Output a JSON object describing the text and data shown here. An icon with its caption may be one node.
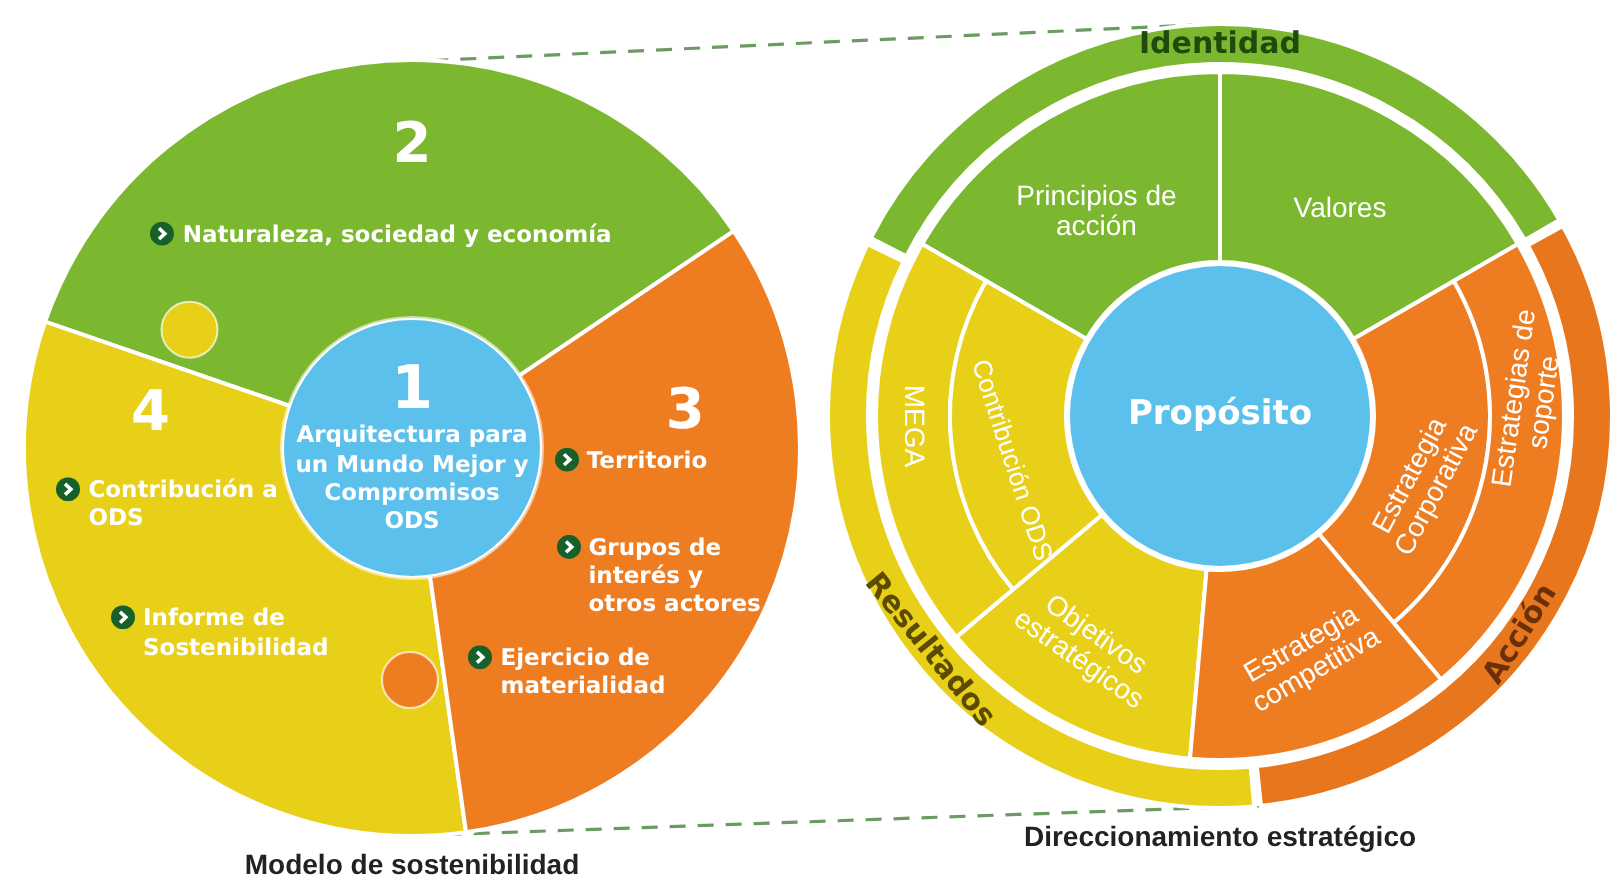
{
  "diagram": {
    "nodes": [
      {
        "text": [],
        "shape": "circle",
        "beside": [
          "Modelo de sostenibilidad"
        ]
      },
      {
        "text": [
          "2",
          "Naturaleza, sociedad y economía"
        ],
        "in": 0
      },
      {
        "text": [
          "4",
          "Contribución a ODS",
          "Informe de Sostenibilidad"
        ],
        "in": 0
      },
      {
        "text": [
          "1",
          "Arquitectura para un Mundo Mejor y Compromisos ODS"
        ],
        "in": 0
      },
      {
        "text": [
          "3",
          "Territorio",
          "Grupos de interés y otros actores",
          "Ejercicio de materialidad"
        ],
        "in": 0
      },
      {
        "text": [],
        "shape": "circle",
        "beside": [
          "Direccionamiento estratégico"
        ]
      },
      {
        "text": [
          "Identidad"
        ],
        "in": 5
      },
      {
        "text": [
          "Principios de acción"
        ],
        "in": 5
      },
      {
        "text": [
          "Valores"
        ],
        "in": 5
      },
      {
        "text": [
          "Resultados"
        ],
        "in": 5
      },
      {
        "text": [
          "MEGA"
        ],
        "in": 5
      },
      {
        "text": [
          "Contribución ODS"
        ],
        "in": 5
      },
      {
        "text": [
          "Propósito"
        ],
        "in": 5
      },
      {
        "text": [
          "Objetivos estratégicos"
        ],
        "in": 5
      },
      {
        "text": [
          "Estrategia Corporativa"
        ],
        "in": 5
      },
      {
        "text": [
          "Estrategias de soporte"
        ],
        "in": 5
      },
      {
        "text": [
          "Estrategia competitiva"
        ],
        "in": 5
      },
      {
        "text": [
          "Acción"
        ],
        "in": 5
      }
    ],
    "edges": [
      {
        "from": 0,
        "to": 5,
        "arrow": "none",
        "style": "dashed"
      },
      {
        "from": 0,
        "to": 5,
        "arrow": "none",
        "style": "dashed"
      }
    ]
  }
}
